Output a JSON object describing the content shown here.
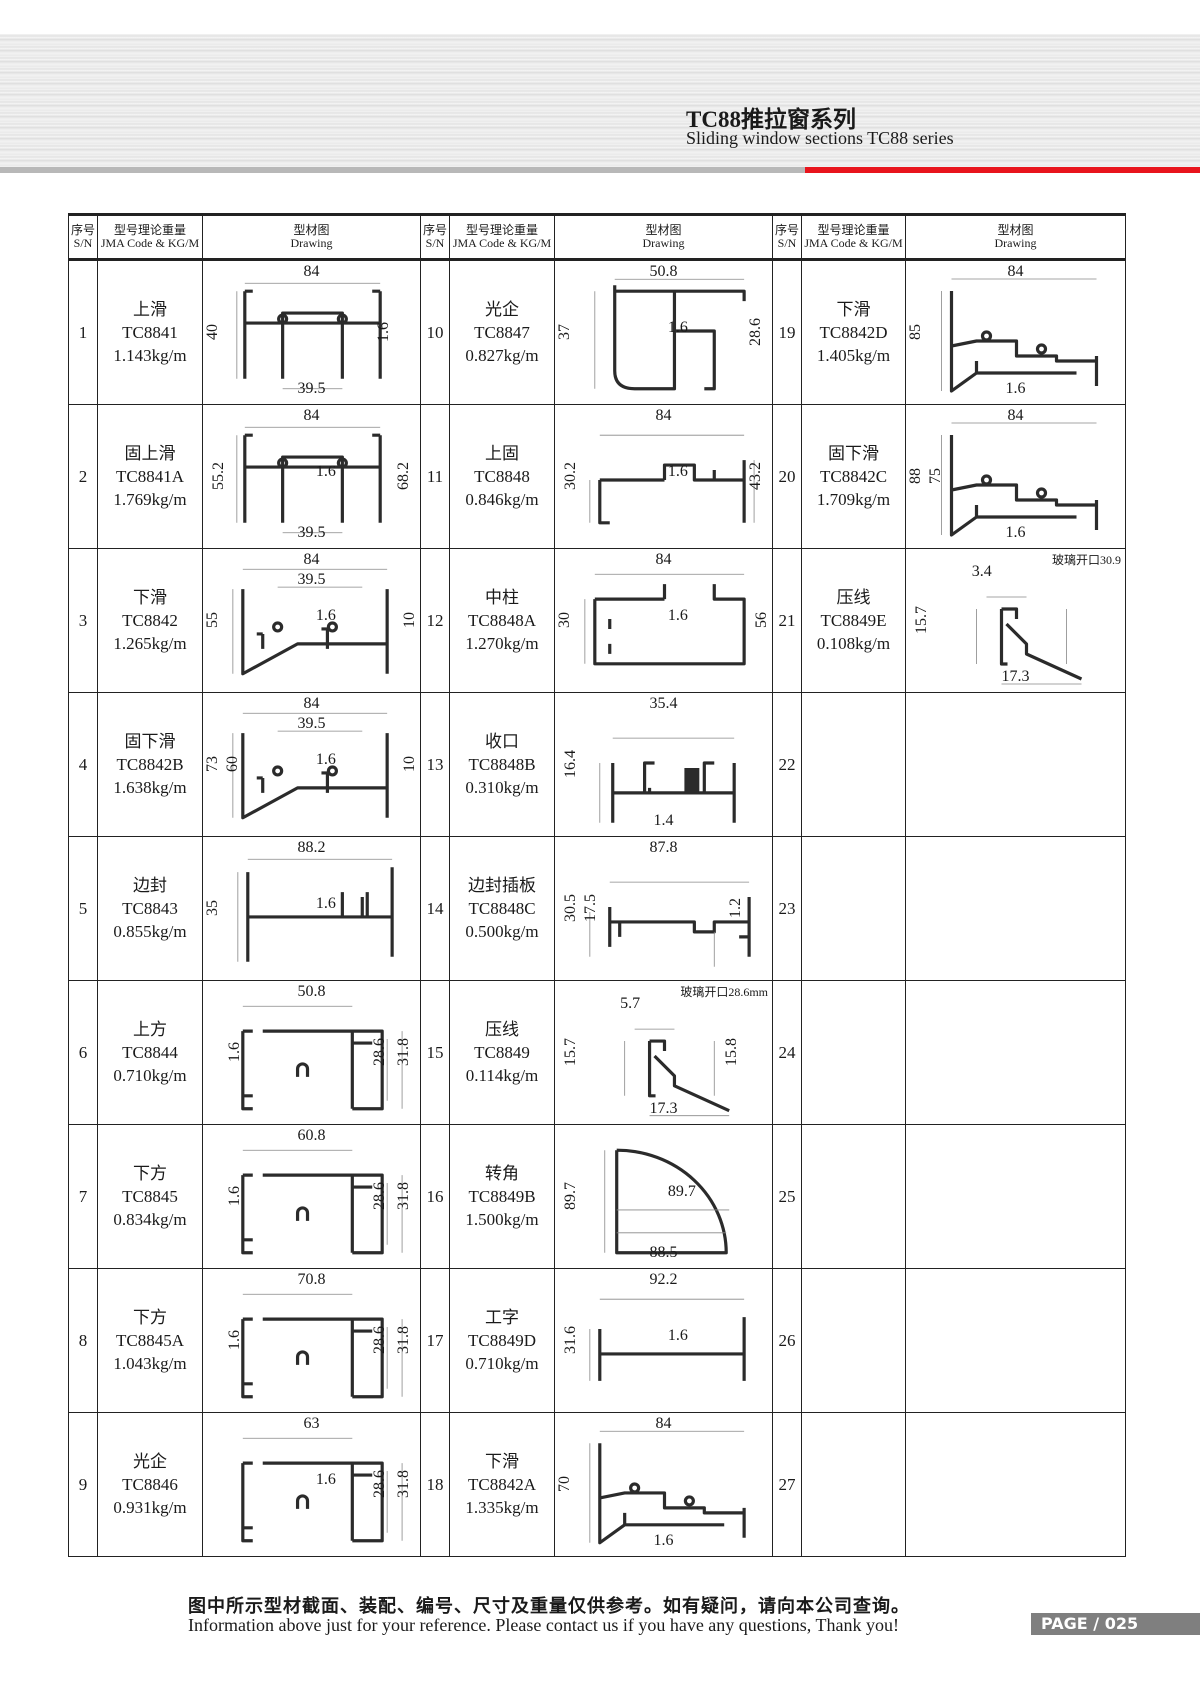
{
  "header": {
    "title": "TC88推拉窗系列",
    "subtitle": "Sliding window sections TC88 series"
  },
  "table_header": {
    "sn_cn": "序号",
    "sn_en": "S/N",
    "code_cn": "型号理论重量",
    "code_en": "JMA Code & KG/M",
    "draw_cn": "型材图",
    "draw_en": "Drawing"
  },
  "items": [
    {
      "sn": "1",
      "name": "上滑",
      "code": "TC8841",
      "weight": "1.143kg/m",
      "shape": "slide",
      "dims": {
        "top": "84",
        "left": "40",
        "right": "1.6",
        "bottom": "39.5"
      }
    },
    {
      "sn": "2",
      "name": "固上滑",
      "code": "TC8841A",
      "weight": "1.769kg/m",
      "shape": "slide",
      "dims": {
        "top": "84",
        "left": "55.2",
        "inner": "1.6",
        "right2": "68.2",
        "bottom": "39.5"
      }
    },
    {
      "sn": "3",
      "name": "下滑",
      "code": "TC8842",
      "weight": "1.265kg/m",
      "shape": "track",
      "dims": {
        "top": "84",
        "top2": "39.5",
        "left": "55",
        "inner": "1.6",
        "right2": "10"
      }
    },
    {
      "sn": "4",
      "name": "固下滑",
      "code": "TC8842B",
      "weight": "1.638kg/m",
      "shape": "track",
      "dims": {
        "top": "84",
        "top2": "39.5",
        "left": "73",
        "left2": "60",
        "inner": "1.6",
        "right2": "10"
      }
    },
    {
      "sn": "5",
      "name": "边封",
      "code": "TC8843",
      "weight": "0.855kg/m",
      "shape": "hframe",
      "dims": {
        "top": "88.2",
        "left": "35",
        "inner": "1.6"
      }
    },
    {
      "sn": "6",
      "name": "上方",
      "code": "TC8844",
      "weight": "0.710kg/m",
      "shape": "channel",
      "dims": {
        "top": "50.8",
        "left2": "1.6",
        "right": "28.6",
        "right2": "31.8"
      }
    },
    {
      "sn": "7",
      "name": "下方",
      "code": "TC8845",
      "weight": "0.834kg/m",
      "shape": "channel",
      "dims": {
        "top": "60.8",
        "left2": "1.6",
        "right": "28.6",
        "right2": "31.8"
      }
    },
    {
      "sn": "8",
      "name": "下方",
      "code": "TC8845A",
      "weight": "1.043kg/m",
      "shape": "channel",
      "dims": {
        "top": "70.8",
        "left2": "1.6",
        "right": "28.6",
        "right2": "31.8"
      }
    },
    {
      "sn": "9",
      "name": "光企",
      "code": "TC8846",
      "weight": "0.931kg/m",
      "shape": "channel",
      "dims": {
        "top": "63",
        "inner": "1.6",
        "right": "28.6",
        "right2": "31.8"
      }
    },
    {
      "sn": "10",
      "name": "光企",
      "code": "TC8847",
      "weight": "0.827kg/m",
      "shape": "sash",
      "dims": {
        "top": "50.8",
        "left": "37",
        "inner": "1.6",
        "right2": "28.6"
      }
    },
    {
      "sn": "11",
      "name": "上固",
      "code": "TC8848",
      "weight": "0.846kg/m",
      "shape": "fixed",
      "dims": {
        "top": "84",
        "left": "30.2",
        "inner": "1.6",
        "right2": "43.2"
      }
    },
    {
      "sn": "12",
      "name": "中柱",
      "code": "TC8848A",
      "weight": "1.270kg/m",
      "shape": "mullion",
      "dims": {
        "top": "84",
        "left": "30",
        "inner": "1.6",
        "right2": "56"
      }
    },
    {
      "sn": "13",
      "name": "收口",
      "code": "TC8848B",
      "weight": "0.310kg/m",
      "shape": "cap",
      "dims": {
        "top": "35.4",
        "left": "16.4",
        "bottom": "1.4"
      }
    },
    {
      "sn": "14",
      "name": "边封插板",
      "code": "TC8848C",
      "weight": "0.500kg/m",
      "shape": "plate",
      "dims": {
        "top": "87.8",
        "left": "30.5",
        "left2": "17.5",
        "right": "1.2"
      }
    },
    {
      "sn": "15",
      "name": "压线",
      "code": "TC8849",
      "weight": "0.114kg/m",
      "shape": "bead",
      "dims": {
        "note": "玻璃开口28.6mm",
        "small": "5.7",
        "left": "15.7",
        "right": "15.8",
        "bottom": "17.3"
      }
    },
    {
      "sn": "16",
      "name": "转角",
      "code": "TC8849B",
      "weight": "1.500kg/m",
      "shape": "arc",
      "dims": {
        "left": "89.7",
        "inner": "89.7",
        "bottom": "88.5"
      }
    },
    {
      "sn": "17",
      "name": "工字",
      "code": "TC8849D",
      "weight": "0.710kg/m",
      "shape": "ibeam",
      "dims": {
        "top": "92.2",
        "left": "31.6",
        "inner": "1.6"
      }
    },
    {
      "sn": "18",
      "name": "下滑",
      "code": "TC8842A",
      "weight": "1.335kg/m",
      "shape": "sill",
      "dims": {
        "top": "84",
        "left": "70",
        "bottom": "1.6"
      }
    },
    {
      "sn": "19",
      "name": "下滑",
      "code": "TC8842D",
      "weight": "1.405kg/m",
      "shape": "sill",
      "dims": {
        "top": "84",
        "left": "85",
        "bottom": "1.6"
      }
    },
    {
      "sn": "20",
      "name": "固下滑",
      "code": "TC8842C",
      "weight": "1.709kg/m",
      "shape": "sill",
      "dims": {
        "top": "84",
        "left": "88",
        "left2": "75",
        "bottom": "1.6"
      }
    },
    {
      "sn": "21",
      "name": "压线",
      "code": "TC8849E",
      "weight": "0.108kg/m",
      "shape": "bead",
      "dims": {
        "note": "玻璃开口30.9",
        "small": "3.4",
        "left": "15.7",
        "bottom": "17.3"
      }
    },
    {
      "sn": "22"
    },
    {
      "sn": "23"
    },
    {
      "sn": "24"
    },
    {
      "sn": "25"
    },
    {
      "sn": "26"
    },
    {
      "sn": "27"
    }
  ],
  "footer": {
    "cn": "图中所示型材截面、装配、编号、尺寸及重量仅供参考。如有疑问，请向本公司查询。",
    "en": "Information above just for your reference. Please contact us if you have any questions, Thank you!",
    "page": "PAGE  /  025"
  }
}
